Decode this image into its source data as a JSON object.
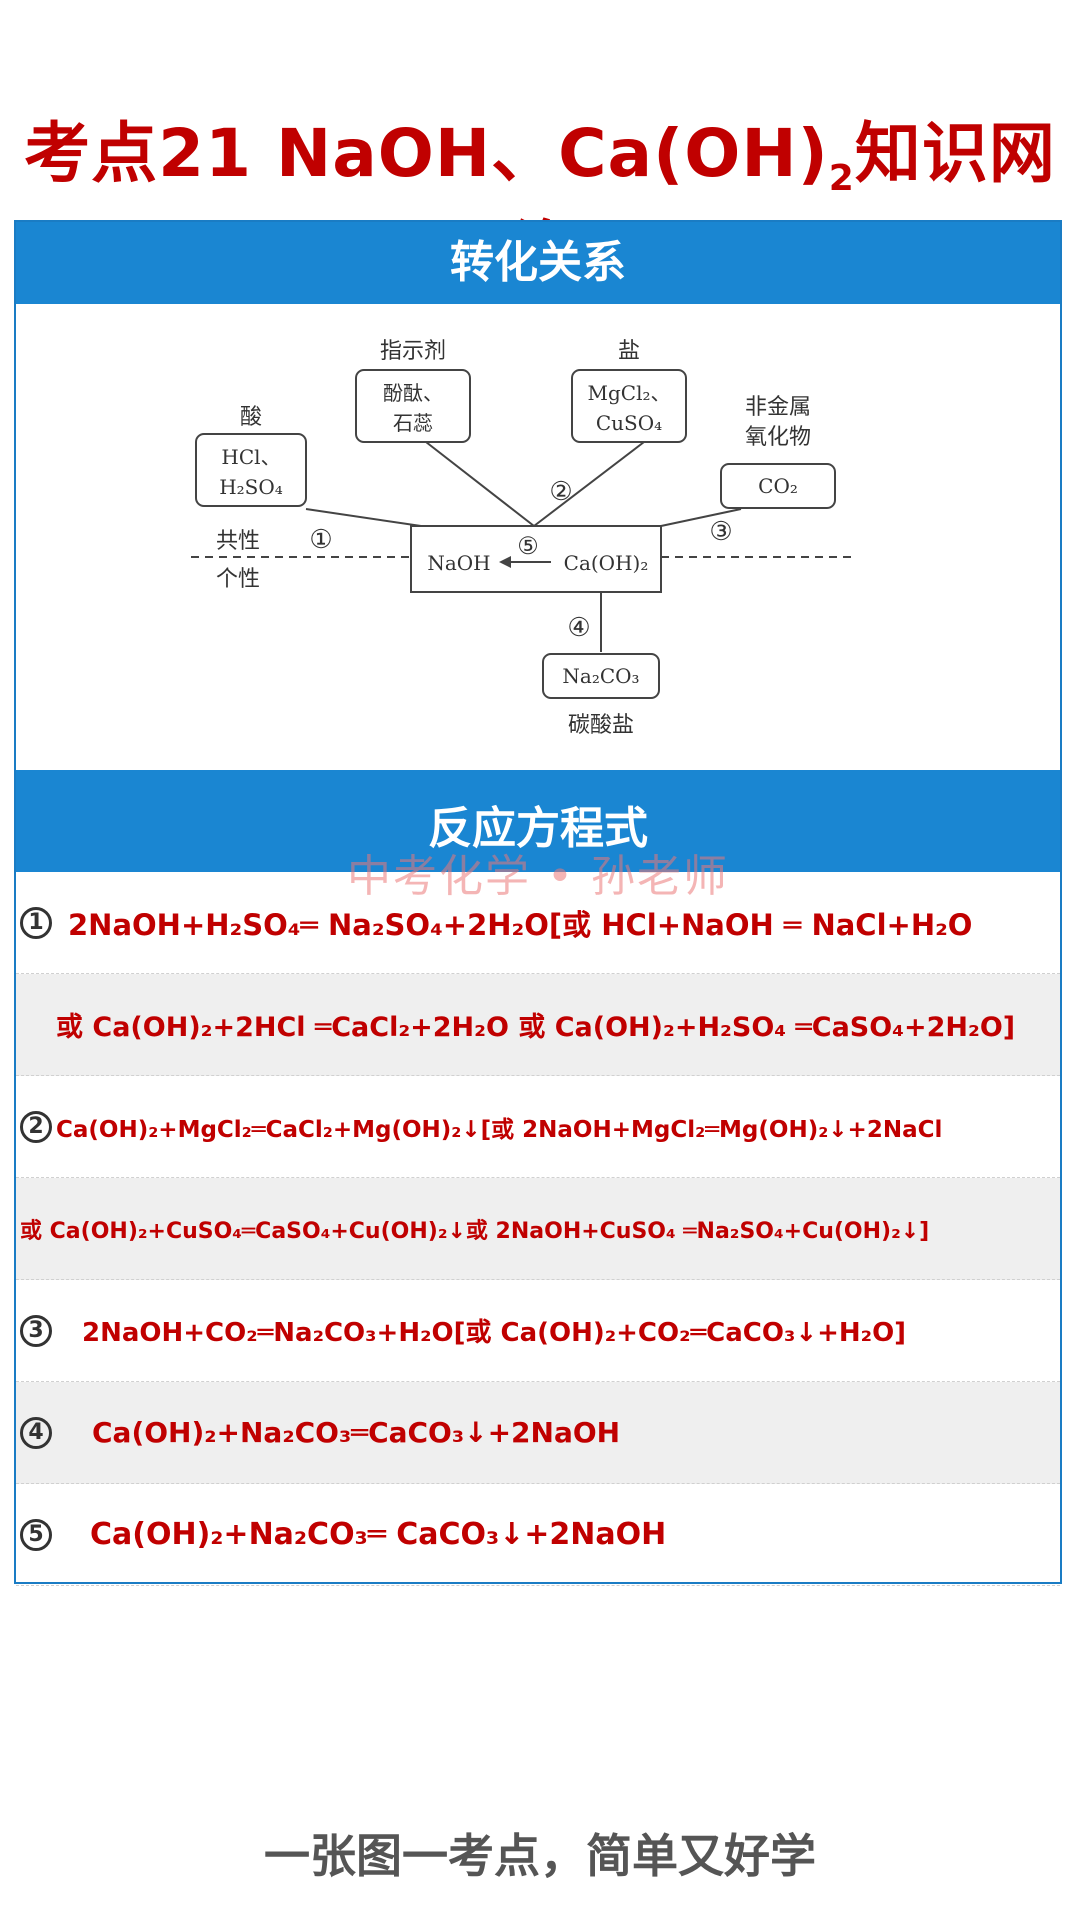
{
  "title": {
    "prefix": "考点21 NaOH、Ca(OH)",
    "sub": "2",
    "suffix": "知识网络"
  },
  "section1": {
    "heading": "转化关系"
  },
  "diagram": {
    "acid": {
      "label": "酸",
      "line1": "HCl、",
      "line2": "H₂SO₄"
    },
    "indicator": {
      "label": "指示剂",
      "line1": "酚酞、",
      "line2": "石蕊"
    },
    "salt": {
      "label": "盐",
      "line1": "MgCl₂、",
      "line2": "CuSO₄"
    },
    "nonmetal_oxide": {
      "label1": "非金属",
      "label2": "氧化物",
      "formula": "CO₂"
    },
    "common": "共性",
    "individual": "个性",
    "center_left": "NaOH",
    "center_right": "Ca(OH)₂",
    "carbonate": {
      "formula": "Na₂CO₃",
      "label": "碳酸盐"
    },
    "markers": {
      "m1": "①",
      "m2": "②",
      "m3": "③",
      "m4": "④",
      "m5": "⑤"
    }
  },
  "section2": {
    "heading": "反应方程式"
  },
  "watermark": "中考化学 • 孙老师",
  "equations": [
    {
      "num": "1",
      "text": "2NaOH+H₂SO₄═ Na₂SO₄+2H₂O[或 HCl+NaOH ═ NaCl+H₂O"
    },
    {
      "num": "",
      "text": "或 Ca(OH)₂+2HCl ═CaCl₂+2H₂O 或 Ca(OH)₂+H₂SO₄ ═CaSO₄+2H₂O]"
    },
    {
      "num": "2",
      "text": "Ca(OH)₂+MgCl₂═CaCl₂+Mg(OH)₂↓[或 2NaOH+MgCl₂═Mg(OH)₂↓+2NaCl"
    },
    {
      "num": "",
      "text": "或 Ca(OH)₂+CuSO₄═CaSO₄+Cu(OH)₂↓或 2NaOH+CuSO₄ ═Na₂SO₄+Cu(OH)₂↓]"
    },
    {
      "num": "3",
      "text": "2NaOH+CO₂═Na₂CO₃+H₂O[或 Ca(OH)₂+CO₂═CaCO₃↓+H₂O]"
    },
    {
      "num": "4",
      "text": "Ca(OH)₂+Na₂CO₃═CaCO₃↓+2NaOH"
    },
    {
      "num": "5",
      "text": "Ca(OH)₂+Na₂CO₃═ CaCO₃↓+2NaOH"
    }
  ],
  "footer": "一张图一考点，简单又好学"
}
